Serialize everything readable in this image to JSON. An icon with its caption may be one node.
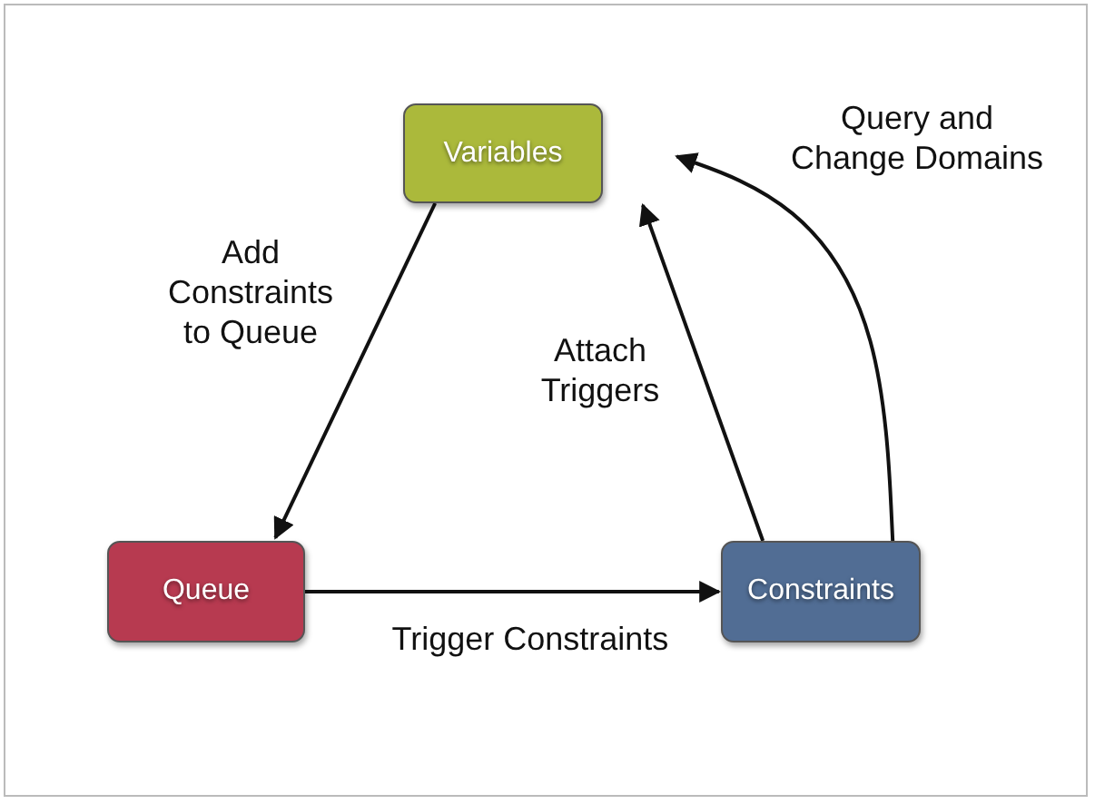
{
  "diagram": {
    "nodes": [
      {
        "text": [
          "Variables"
        ]
      },
      {
        "text": [
          "Queue"
        ]
      },
      {
        "text": [
          "Constraints"
        ]
      }
    ],
    "edges": [
      {
        "from": 0,
        "to": 1,
        "arrow": "to",
        "label": "Add Constraints to Queue"
      },
      {
        "from": 1,
        "to": 2,
        "arrow": "to",
        "label": "Trigger Constraints"
      },
      {
        "from": 2,
        "to": 0,
        "arrow": "to",
        "label": "Attach Triggers"
      },
      {
        "from": 2,
        "to": 0,
        "arrow": "to",
        "label": "Query and Change Domains"
      }
    ]
  }
}
